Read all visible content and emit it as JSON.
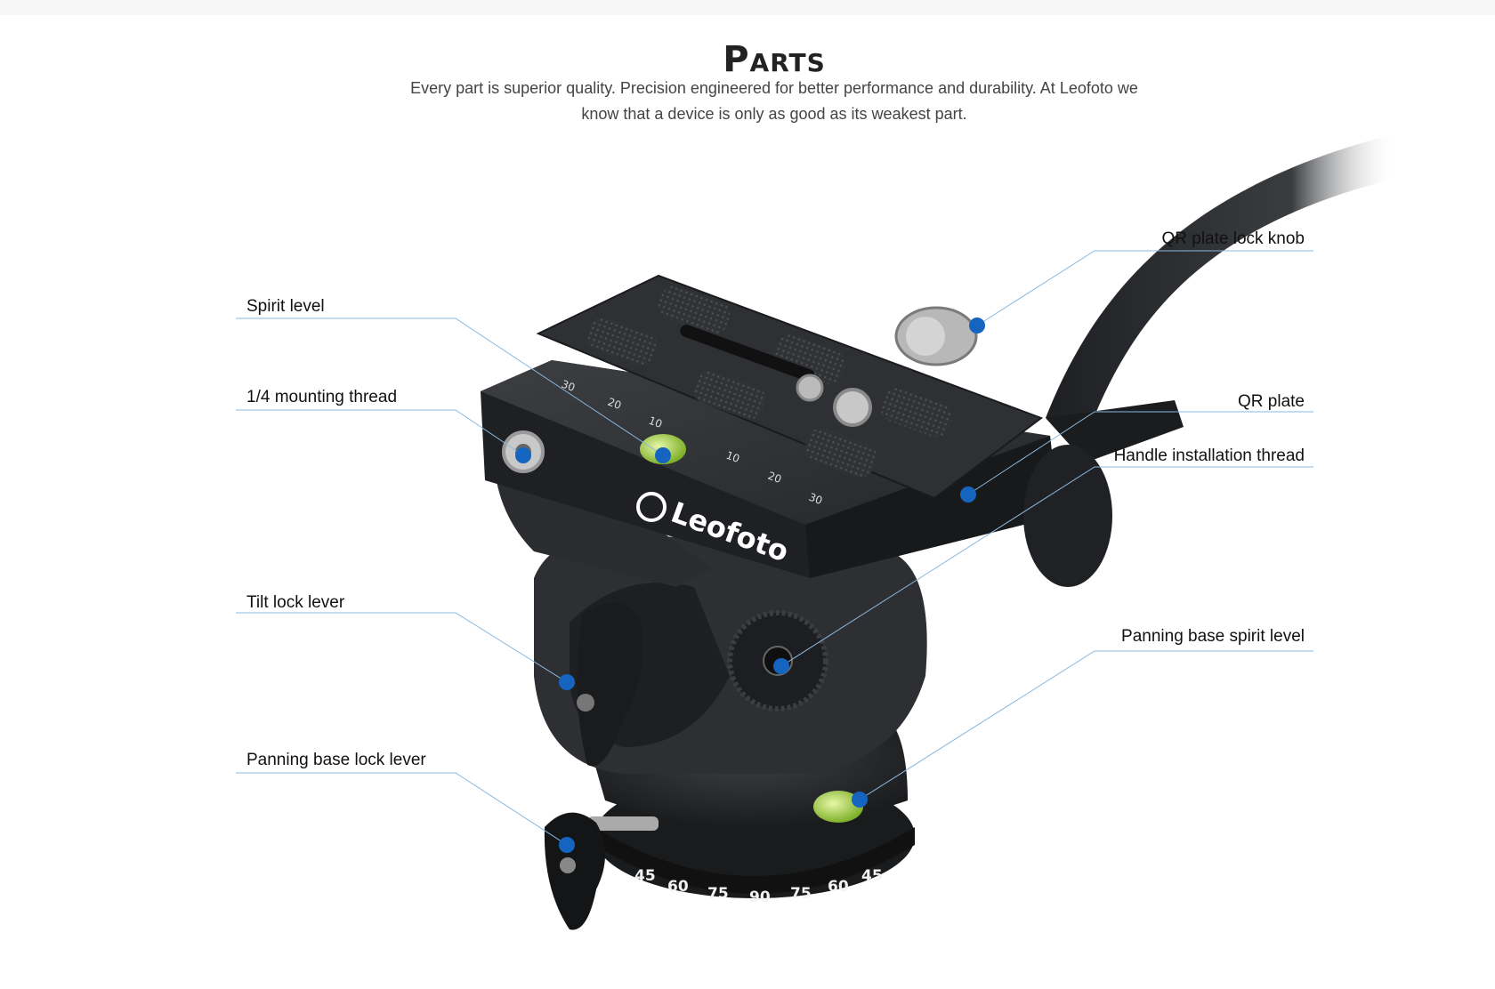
{
  "header": {
    "title": "Parts",
    "subtitle": "Every part is superior quality. Precision engineered for better performance and durability. At Leofoto we know that a device is only as good as its weakest part."
  },
  "product": {
    "brand_mark": "Leofoto",
    "rail_scale": [
      "30",
      "20",
      "10",
      "10",
      "20",
      "30"
    ],
    "pan_scale": [
      "45",
      "60",
      "75",
      "90",
      "75",
      "60",
      "45"
    ]
  },
  "callouts": [
    {
      "id": "spirit-level",
      "label": "Spirit level"
    },
    {
      "id": "mounting-thread",
      "label": "1/4 mounting thread"
    },
    {
      "id": "tilt-lock-lever",
      "label": "Tilt lock lever"
    },
    {
      "id": "panning-base-lock-lever",
      "label": "Panning base lock lever"
    },
    {
      "id": "qr-plate-lock-knob",
      "label": "QR plate lock knob"
    },
    {
      "id": "qr-plate",
      "label": "QR plate"
    },
    {
      "id": "handle-installation-thread",
      "label": "Handle installation thread"
    },
    {
      "id": "panning-base-spirit-level",
      "label": "Panning base spirit level"
    }
  ],
  "colors": {
    "accent_dot": "#1565c0",
    "leader_line": "#8ab8e0",
    "body_dark": "#2b2d30",
    "body_mid": "#3a3c40",
    "bubble": "#b6e04a"
  }
}
